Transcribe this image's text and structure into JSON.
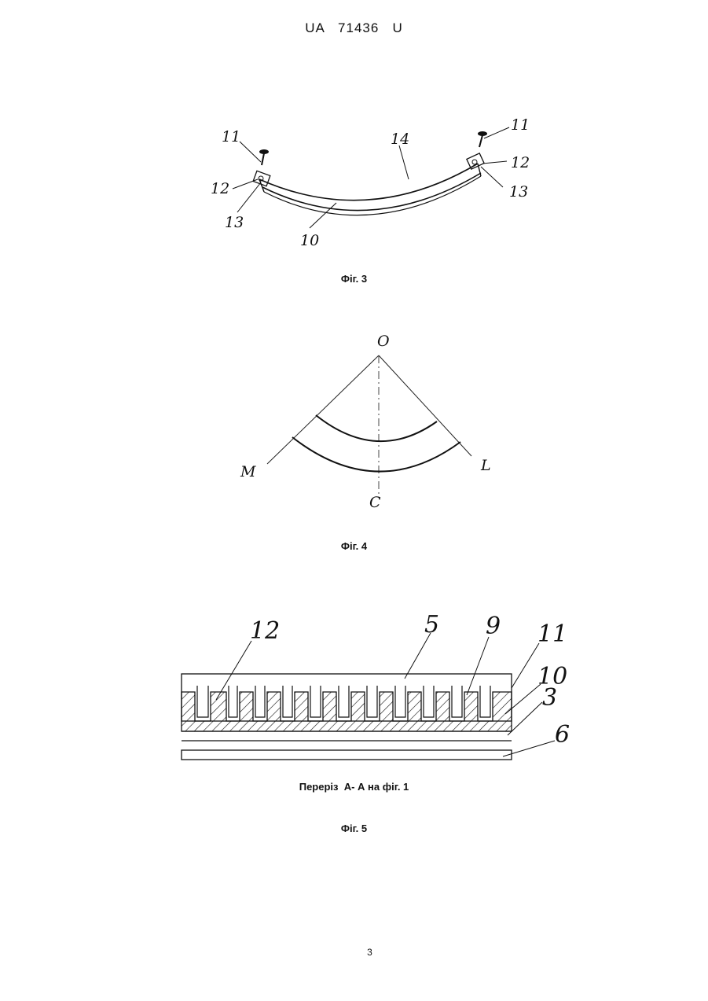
{
  "header": {
    "doc_id": "UA   71436   U"
  },
  "figures": {
    "fig3": {
      "caption": "Фіг. 3",
      "labels": [
        "11",
        "11",
        "14",
        "12",
        "12",
        "13",
        "13",
        "10"
      ]
    },
    "fig4": {
      "caption": "Фіг. 4",
      "labels": [
        "O",
        "M",
        "L",
        "C"
      ]
    },
    "fig5": {
      "caption_section": "Переріз  А- А на фіг. 1",
      "caption": "Фіг. 5",
      "labels": [
        "12",
        "5",
        "9",
        "11",
        "10",
        "3",
        "6"
      ]
    }
  },
  "footer": {
    "page_number": "3"
  }
}
